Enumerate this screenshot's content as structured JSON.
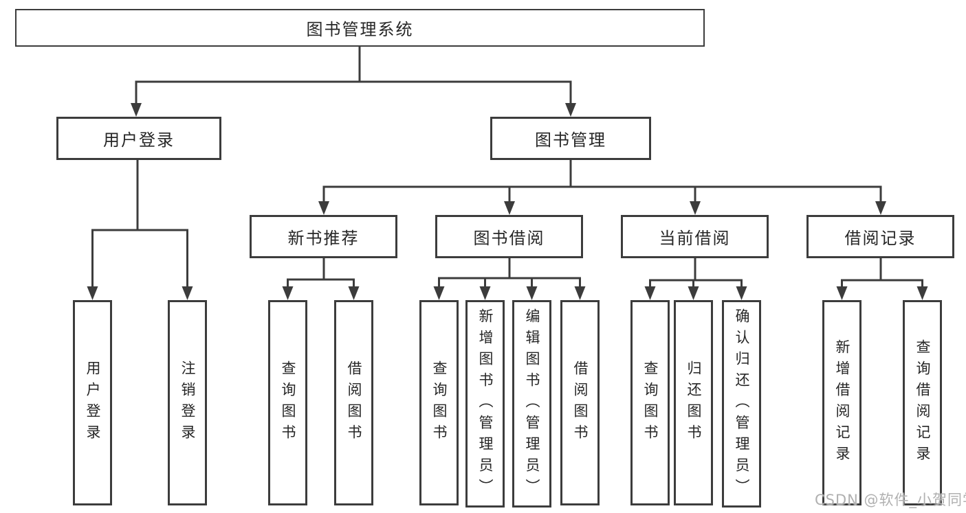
{
  "diagram": {
    "root": {
      "label": "图书管理系统"
    },
    "branches": [
      {
        "label": "用户登录",
        "children": [
          {
            "label": "用户登录"
          },
          {
            "label": "注销登录"
          }
        ]
      },
      {
        "label": "图书管理",
        "children": [
          {
            "label": "新书推荐",
            "children": [
              {
                "label": "查询图书"
              },
              {
                "label": "借阅图书"
              }
            ]
          },
          {
            "label": "图书借阅",
            "children": [
              {
                "label": "查询图书"
              },
              {
                "label": "新增图书（管理员）"
              },
              {
                "label": "编辑图书（管理员）"
              },
              {
                "label": "借阅图书"
              }
            ]
          },
          {
            "label": "当前借阅",
            "children": [
              {
                "label": "查询图书"
              },
              {
                "label": "归还图书"
              },
              {
                "label": "确认归还（管理员）"
              }
            ]
          },
          {
            "label": "借阅记录",
            "children": [
              {
                "label": "新增借阅记录"
              },
              {
                "label": "查询借阅记录"
              }
            ]
          }
        ]
      }
    ]
  },
  "watermark": {
    "text": "CSDN @软件_小贺同学"
  },
  "colors": {
    "line": "#3c3c3c",
    "text": "#262626",
    "watermark": "#b0b0b0",
    "background": "#ffffff"
  }
}
